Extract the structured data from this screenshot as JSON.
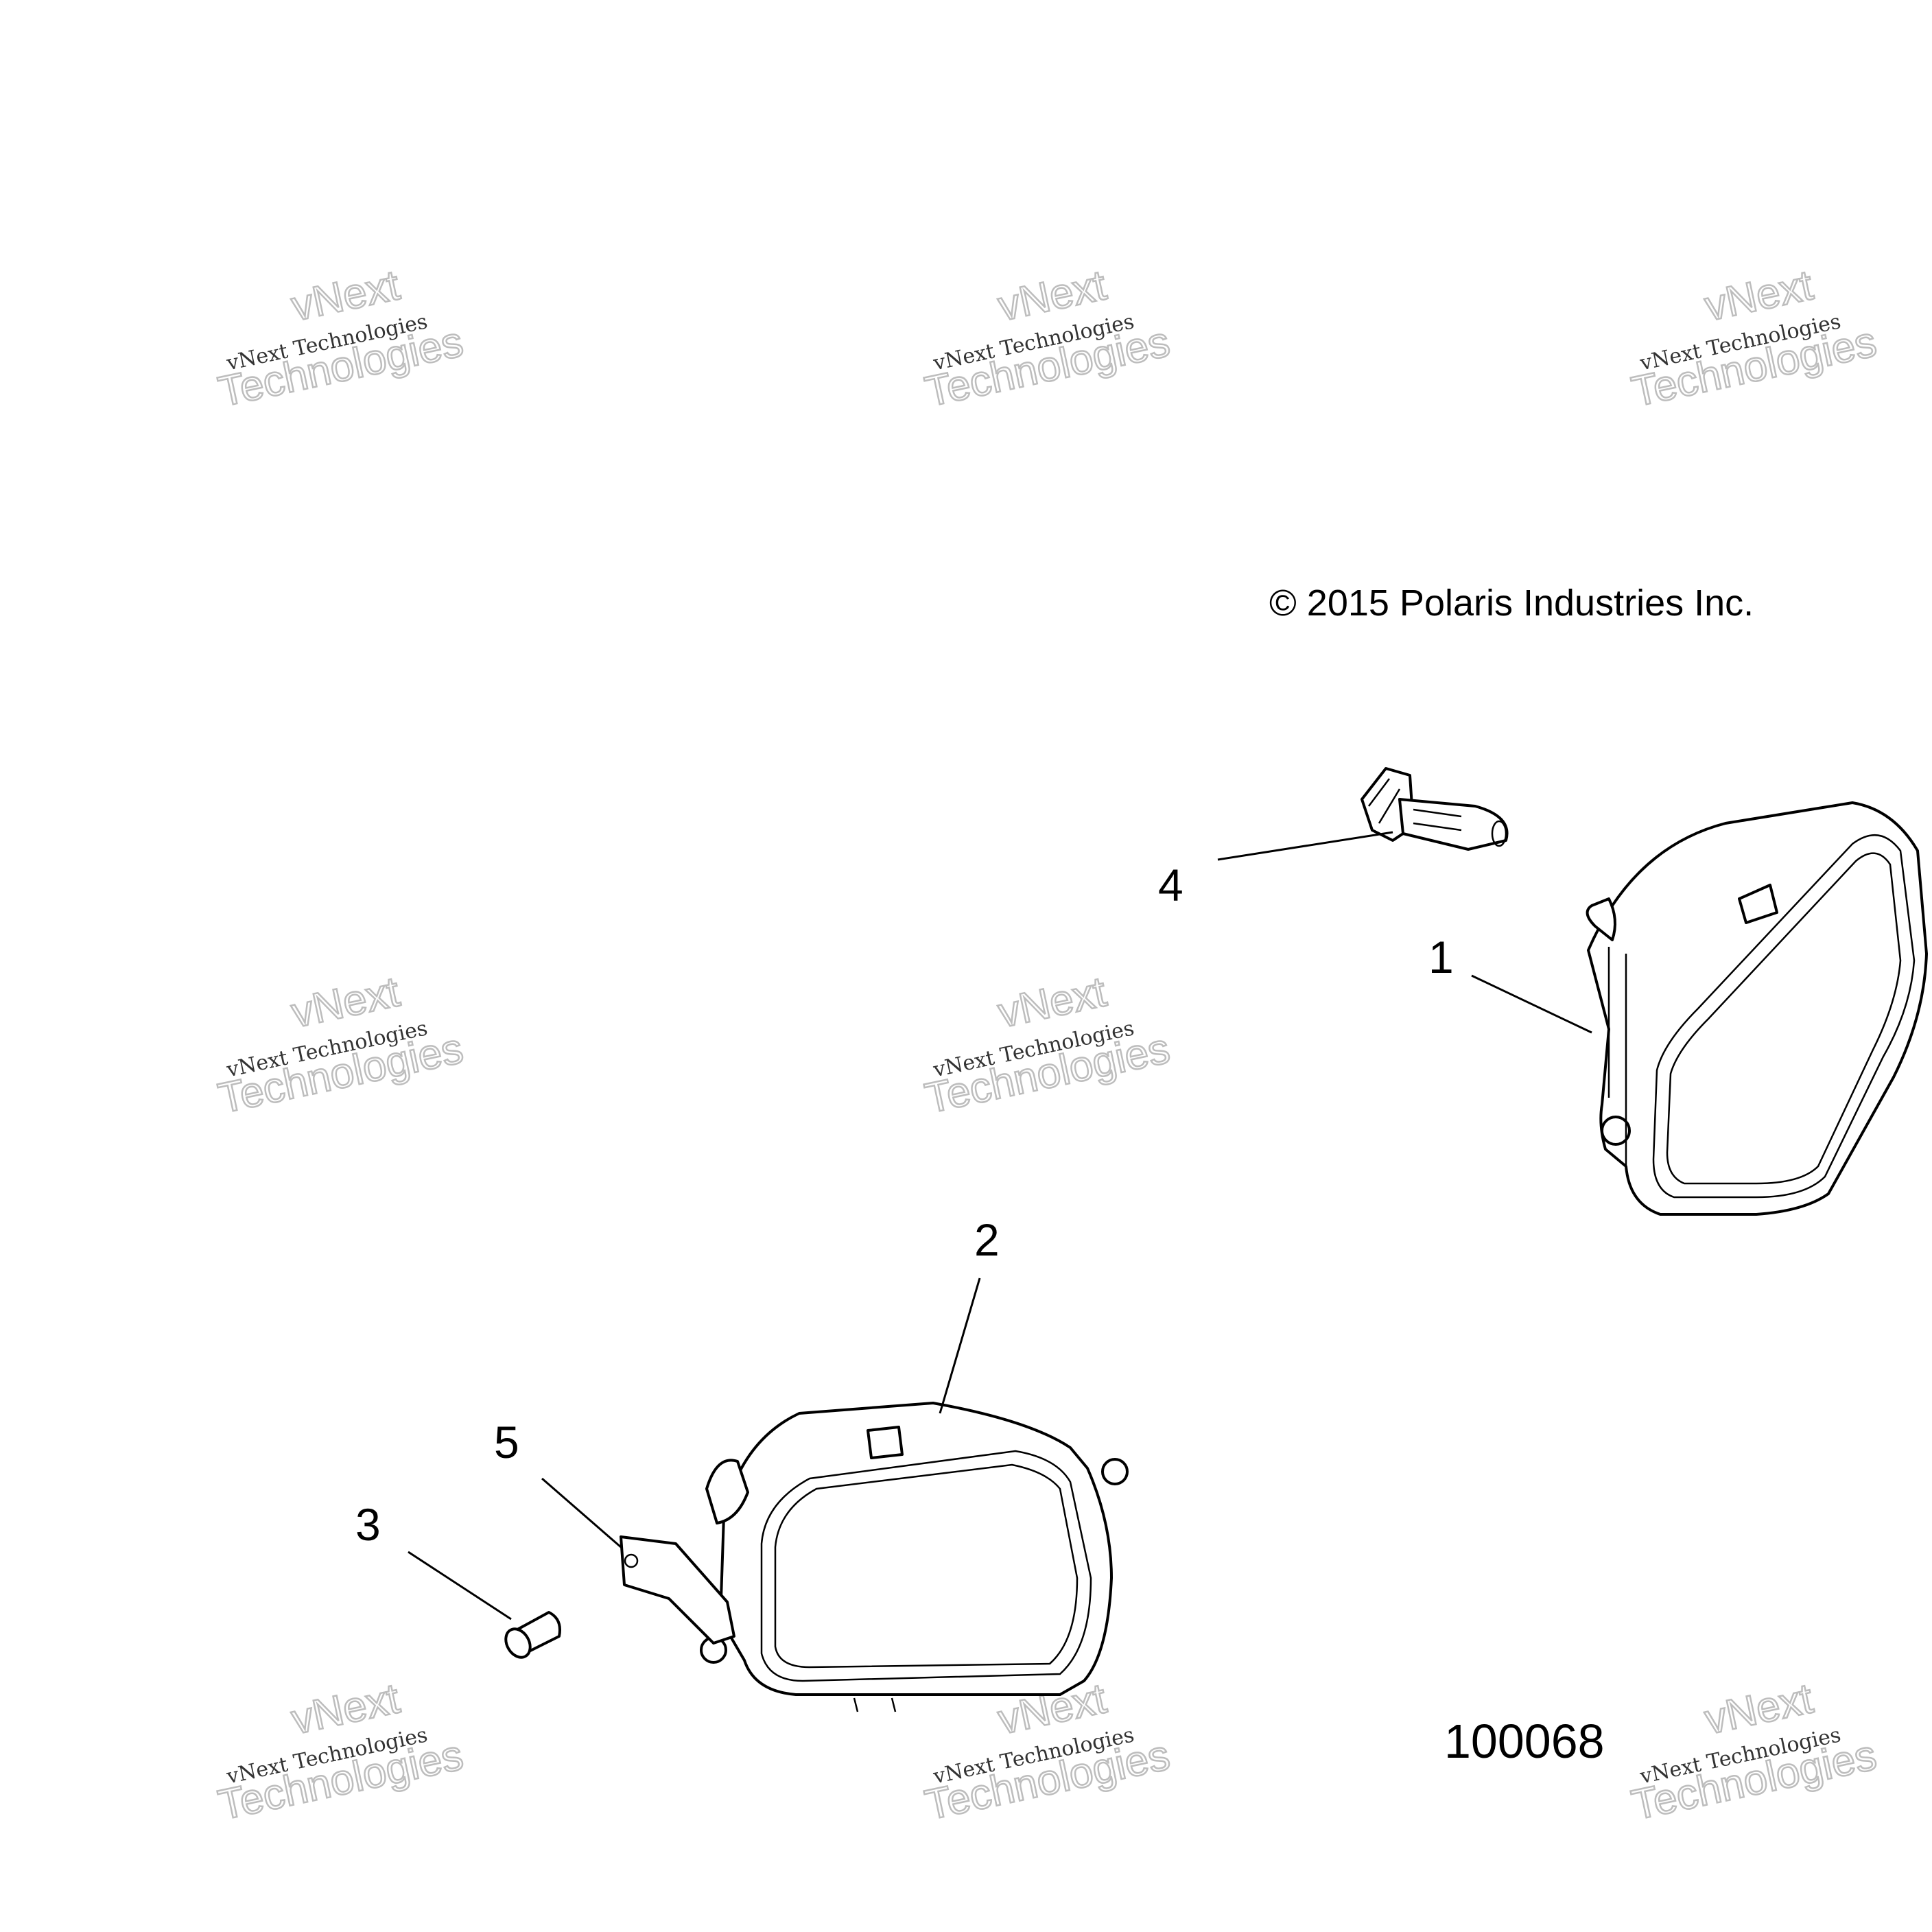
{
  "copyright": "© 2015 Polaris Industries Inc.",
  "diagram_number": "100068",
  "watermark": {
    "line1": "vNext Technologies",
    "line2": "vNext",
    "line3": "Technologies"
  },
  "callouts": {
    "c1": "1",
    "c2": "2",
    "c3": "3",
    "c4": "4",
    "c5": "5"
  }
}
